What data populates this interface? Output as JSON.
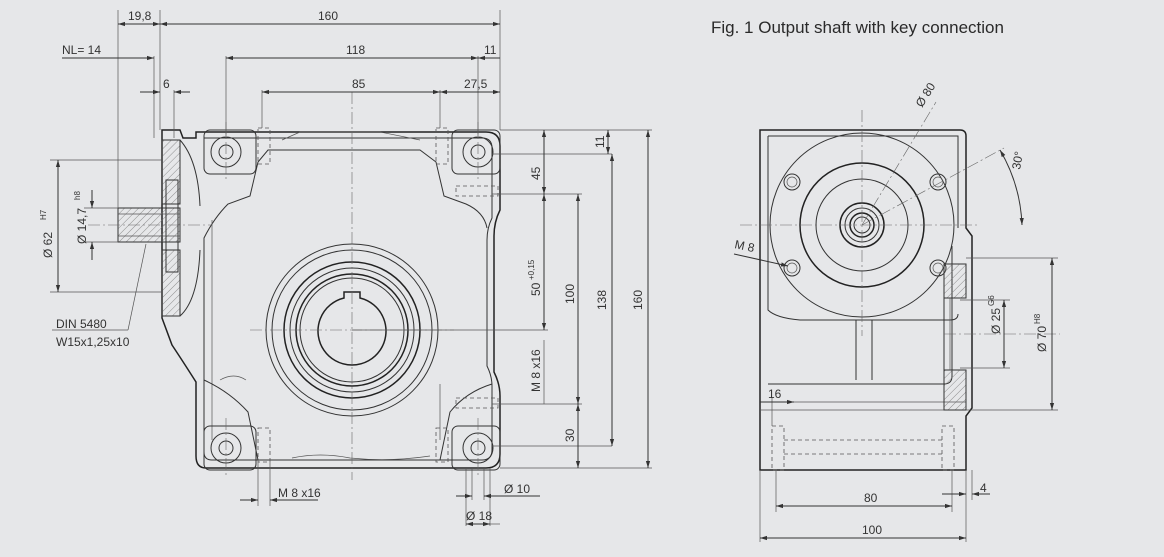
{
  "figure": {
    "caption": "Fig. 1 Output shaft with key connection"
  },
  "colors": {
    "background": "#e6e7e9",
    "line": "#333333",
    "hatch": "#888888"
  },
  "front_view": {
    "dims": {
      "offset": "19,8",
      "overall_width": "160",
      "nl": "NL= 14",
      "hole_span": "118",
      "edge_11_top": "11",
      "flange_6": "6",
      "inner_85": "85",
      "offset_27_5": "27,5",
      "bore_62": "Ø 62",
      "bore_62_tol": "H7",
      "shaft_14_7": "Ø 14,7",
      "shaft_14_7_tol": "h8",
      "spline_std": "DIN 5480",
      "spline_spec": "W15x1,25x10",
      "right_11": "11",
      "right_45": "45",
      "right_50": "50",
      "right_50_tol": "+0,15",
      "right_100": "100",
      "right_138": "138",
      "right_160": "160",
      "thread_side": "M 8 x16",
      "right_30": "30",
      "thread_bottom": "M 8 x16",
      "dia_10": "Ø 10",
      "dia_18": "Ø 18"
    }
  },
  "side_view": {
    "dims": {
      "dia_80": "Ø 80",
      "angle_30": "30°",
      "thread_m8": "M 8",
      "dia_25": "Ø 25",
      "dia_25_tol": "G6",
      "dia_70": "Ø 70",
      "dia_70_tol": "H8",
      "offset_16": "16",
      "width_80": "80",
      "offset_4": "4",
      "width_100": "100"
    }
  }
}
